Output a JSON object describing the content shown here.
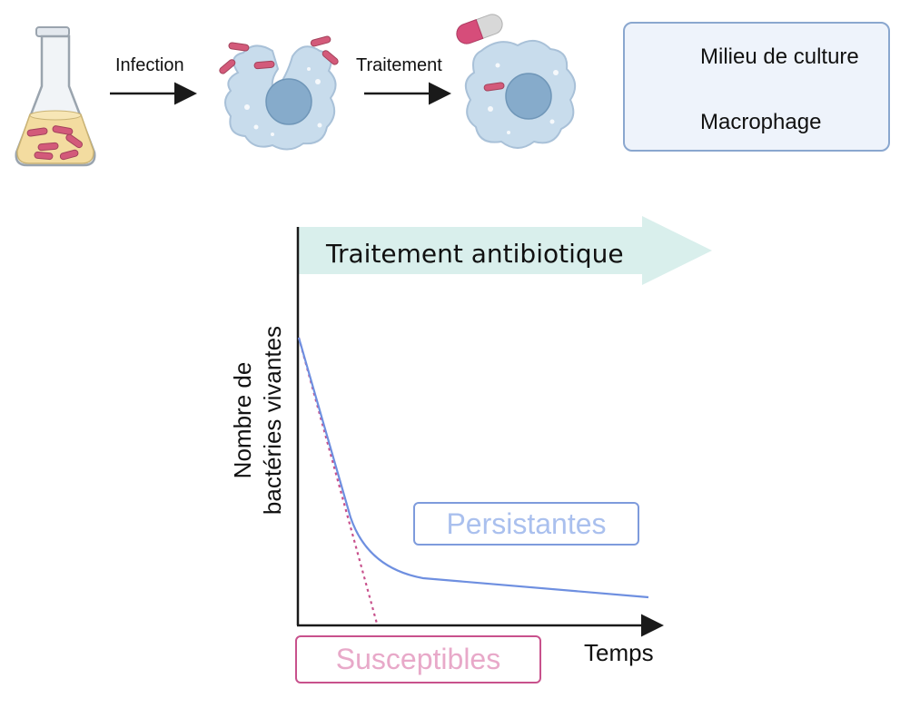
{
  "steps": {
    "infection_label": "Infection",
    "treatment_label": "Traitement"
  },
  "legend": {
    "items": [
      {
        "icon": "flask-icon",
        "label": "Milieu de culture"
      },
      {
        "icon": "macrophage-icon",
        "label": "Macrophage"
      }
    ]
  },
  "graph": {
    "treatment_arrow_label": "Traitement antibiotique",
    "y_axis_label": "Nombre de bactéries vivantes",
    "x_axis_label": "Temps",
    "persistent_label": "Persistantes",
    "susceptible_label": "Susceptibles"
  },
  "colors": {
    "flask_glass": "#f1f4f7",
    "culture_medium": "#f3dca0",
    "bacteria": "#d35a7a",
    "macrophage_body": "#c8dcec",
    "macrophage_nucleus": "#86abcb",
    "pill_pink": "#d64d7a",
    "pill_gray": "#d8d8d8",
    "legend_border": "#8aa7cf",
    "legend_fill": "#eef3fb",
    "treatment_band": "#d9efec",
    "persistent_curve": "#6e8fe0",
    "susceptible_curve": "#c8518c",
    "axis": "#1a1a1a"
  }
}
